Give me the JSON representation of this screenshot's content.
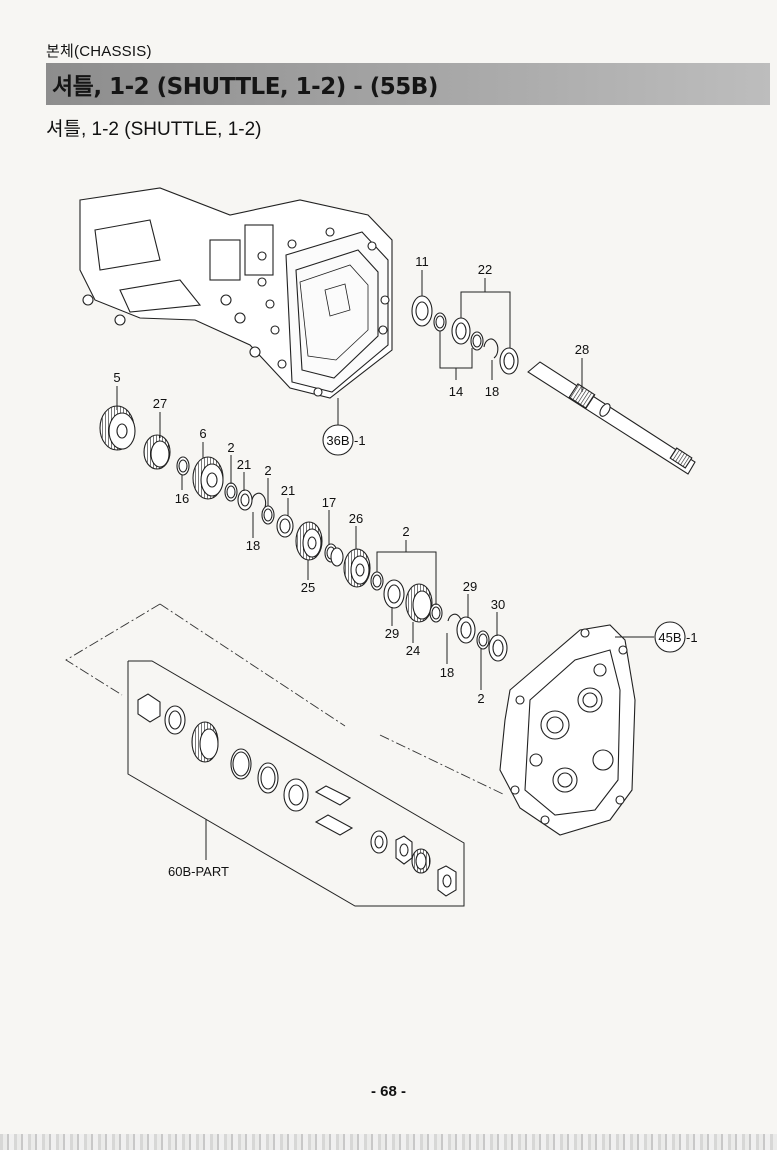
{
  "header": {
    "section_label": "본체(CHASSIS)",
    "title": "셔틀, 1-2 (SHUTTLE, 1-2) - (55B)",
    "subtitle": "셔틀, 1-2 (SHUTTLE, 1-2)"
  },
  "diagram": {
    "callouts": {
      "c11": "11",
      "c22": "22",
      "c28": "28",
      "c14": "14",
      "c18a": "18",
      "c5": "5",
      "c27": "27",
      "c6": "6",
      "c2a": "2",
      "c21a": "21",
      "c2b": "2",
      "c21b": "21",
      "c16": "16",
      "c18b": "18",
      "c17": "17",
      "c26": "26",
      "c2c": "2",
      "c25": "25",
      "c29a": "29",
      "c30": "30",
      "c29b": "29",
      "c24": "24",
      "c18c": "18",
      "c2d": "2"
    },
    "refs": {
      "r36b": "36B",
      "r36b_suffix": "-1",
      "r45b": "45B",
      "r45b_suffix": "-1",
      "r60b": "60B-PART"
    }
  },
  "footer": {
    "page_number": "- 68 -"
  }
}
